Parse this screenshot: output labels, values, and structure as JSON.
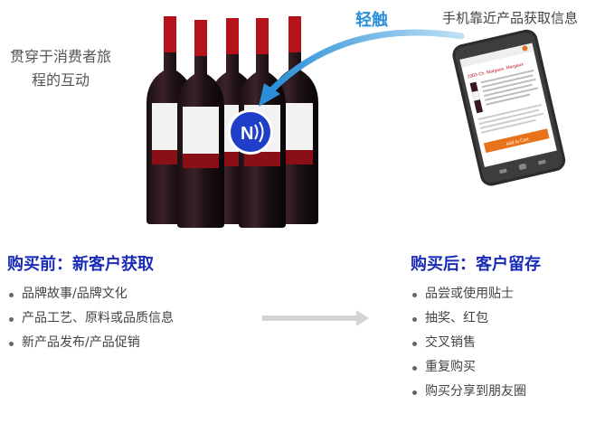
{
  "intro_text": "贯穿于消费者旅程的互动",
  "tap_label": "轻触",
  "phone_label": "手机靠近产品获取信息",
  "nfc_icon_letter": "N",
  "phone_screen": {
    "product_title": "2003 Ch. Margaux, Margaux",
    "buy_label": "Add to Cart"
  },
  "before": {
    "heading": "购买前：新客户获取",
    "items": [
      "品牌故事/品牌文化",
      "产品工艺、原料或品质信息",
      "新产品发布/产品促销"
    ]
  },
  "after": {
    "heading": "购买后：客户留存",
    "items": [
      "品尝或使用贴士",
      "抽奖、红包",
      "交叉销售",
      "重复购买",
      "购买分享到朋友圈"
    ]
  },
  "colors": {
    "heading": "#1a2bb8",
    "tap_label": "#2a8fd8",
    "nfc_badge": "#1f3fc8",
    "capsule": "#b5121b",
    "phone_accent": "#e8731a"
  }
}
